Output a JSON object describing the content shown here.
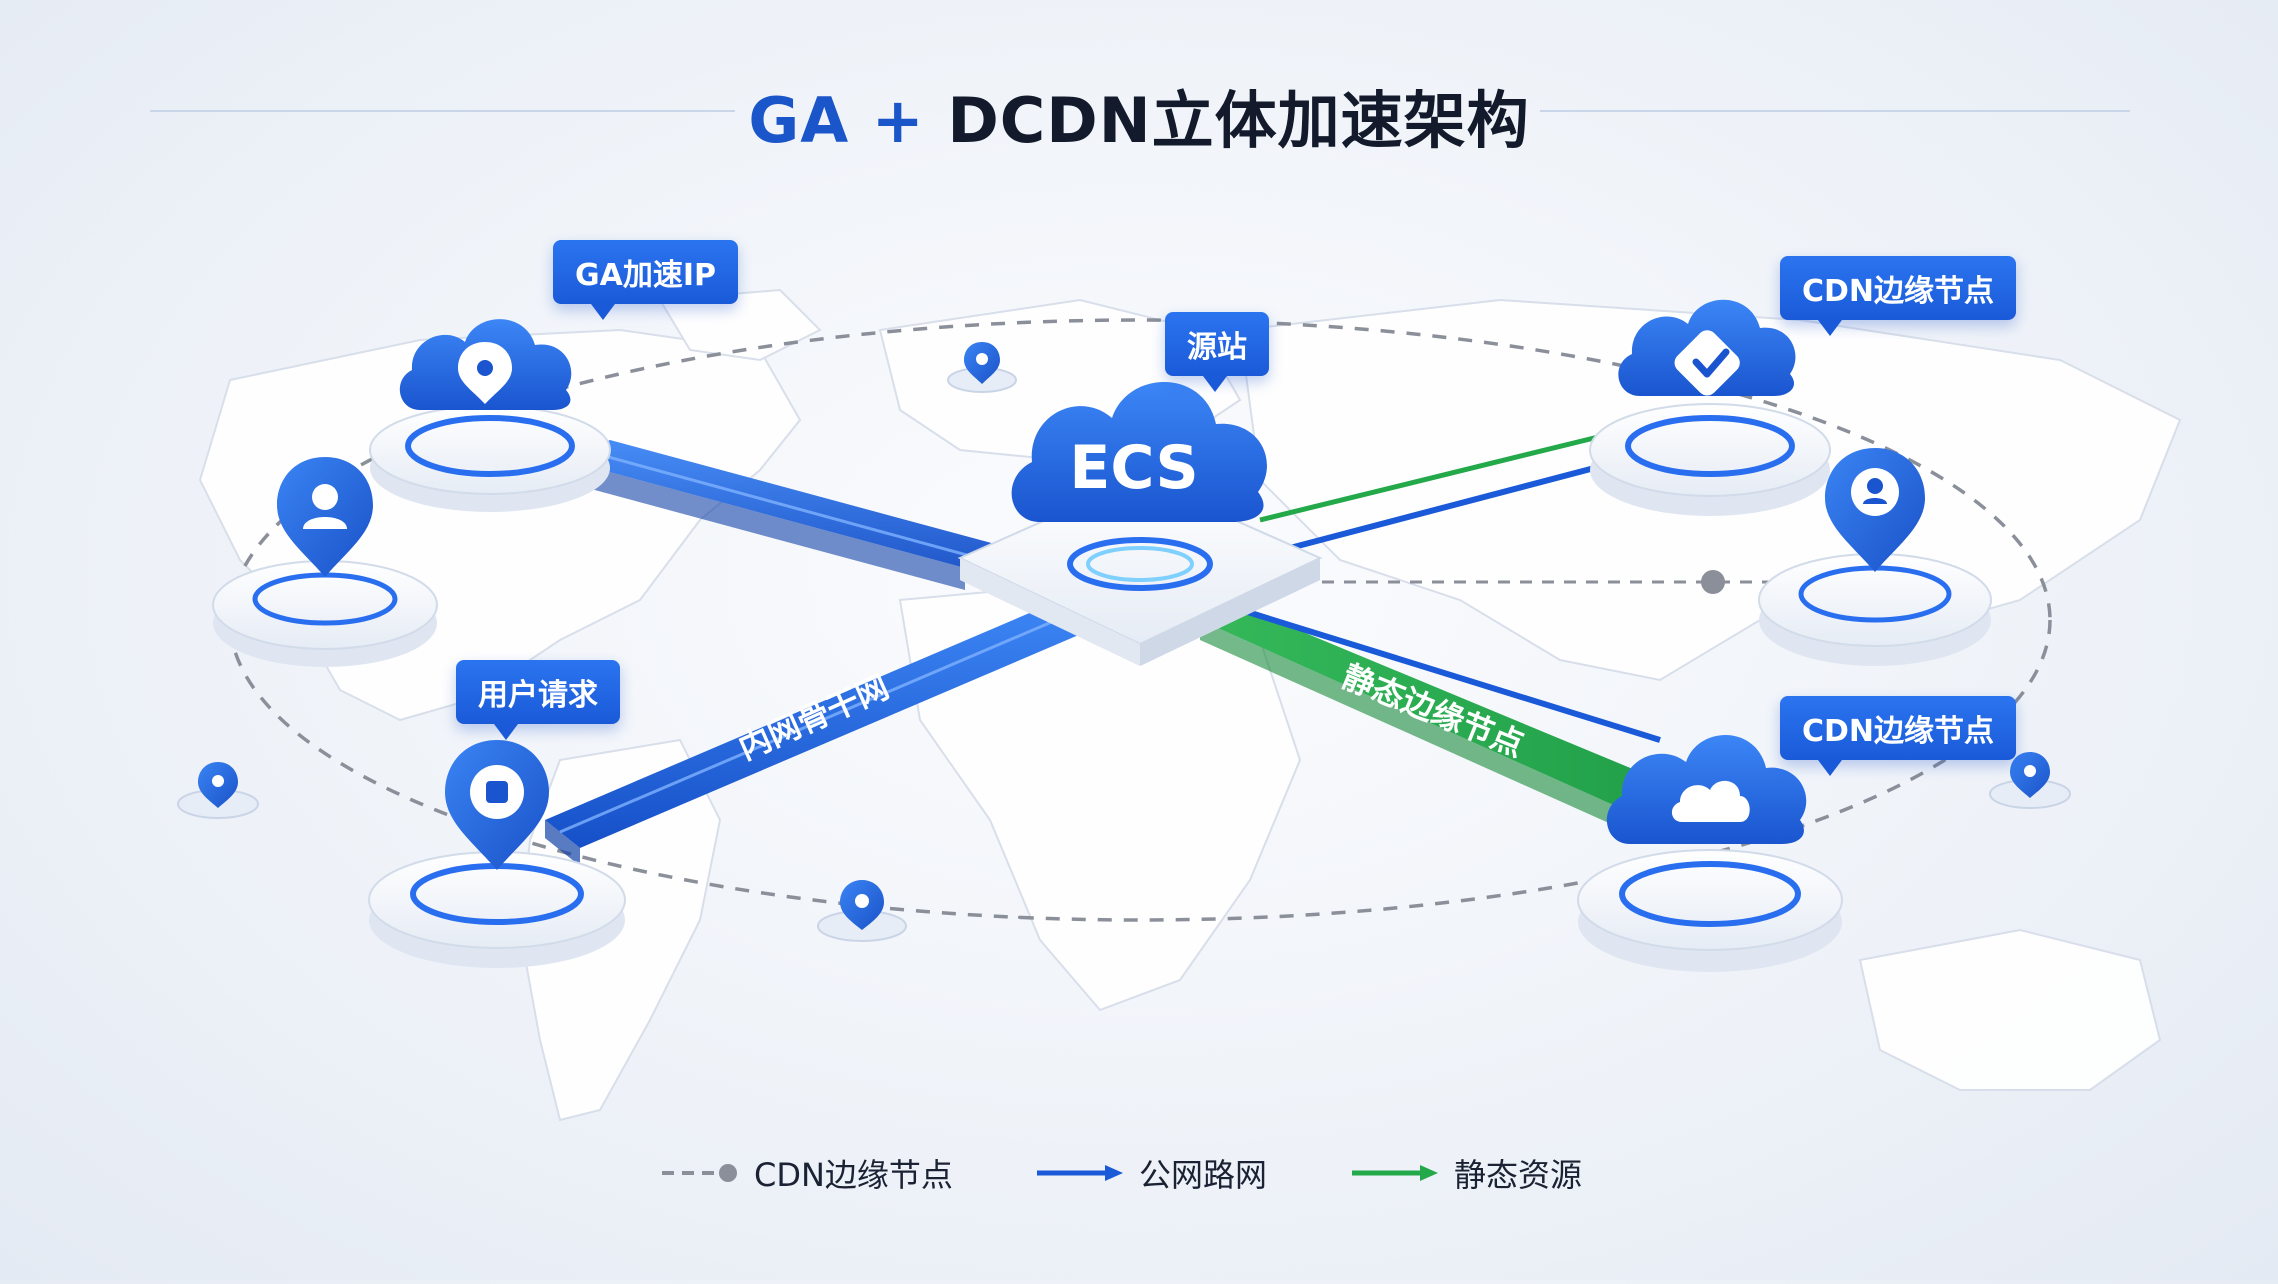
{
  "title": {
    "accent": "GA + ",
    "main": "DCDN立体加速架构"
  },
  "center": {
    "label": "ECS",
    "callout": "源站"
  },
  "callouts": {
    "ga_ip": "GA加速IP",
    "user_request": "用户请求",
    "cdn_top": "CDN边缘节点",
    "cdn_bottom": "CDN边缘节点"
  },
  "path_labels": {
    "backbone": "内网骨干网",
    "static_edge": "静态边缘节点"
  },
  "legend": [
    {
      "label": "CDN边缘节点",
      "style": "dashed",
      "color": "#8a8f99"
    },
    {
      "label": "公网路网",
      "style": "arrow",
      "color": "#1a5ad8"
    },
    {
      "label": "静态资源",
      "style": "arrow",
      "color": "#23a94a"
    }
  ],
  "colors": {
    "primary": "#1a5ad8",
    "green": "#23a94a",
    "dashed": "#8a8f99"
  },
  "icons": {
    "ga_ip": "location-pin-icon",
    "user_left": "user-icon",
    "user_request": "square-pin-icon",
    "cdn_top": "check-shield-icon",
    "user_right": "user-icon",
    "cdn_bottom": "cloud-icon"
  }
}
